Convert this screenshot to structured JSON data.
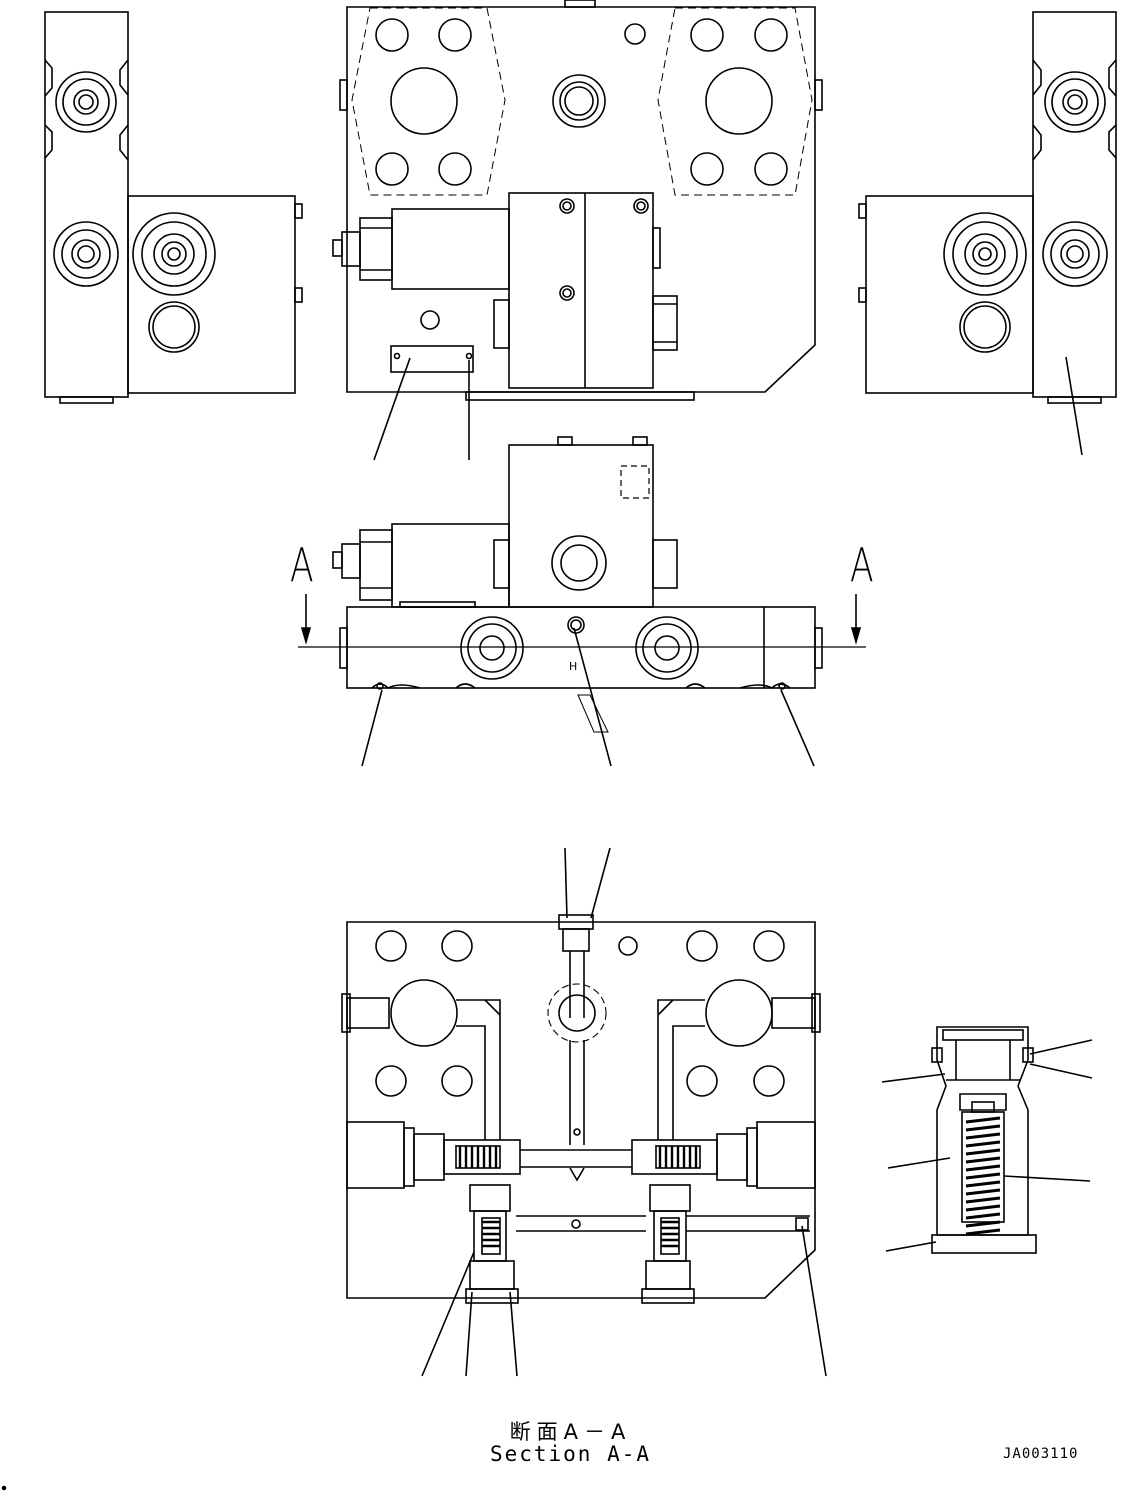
{
  "section_marker_left": "A",
  "section_marker_right": "A",
  "section_title_jp": "断面A－A",
  "section_title_en": "Section A-A",
  "drawing_number": "JA003110",
  "tiny_mark": "H"
}
